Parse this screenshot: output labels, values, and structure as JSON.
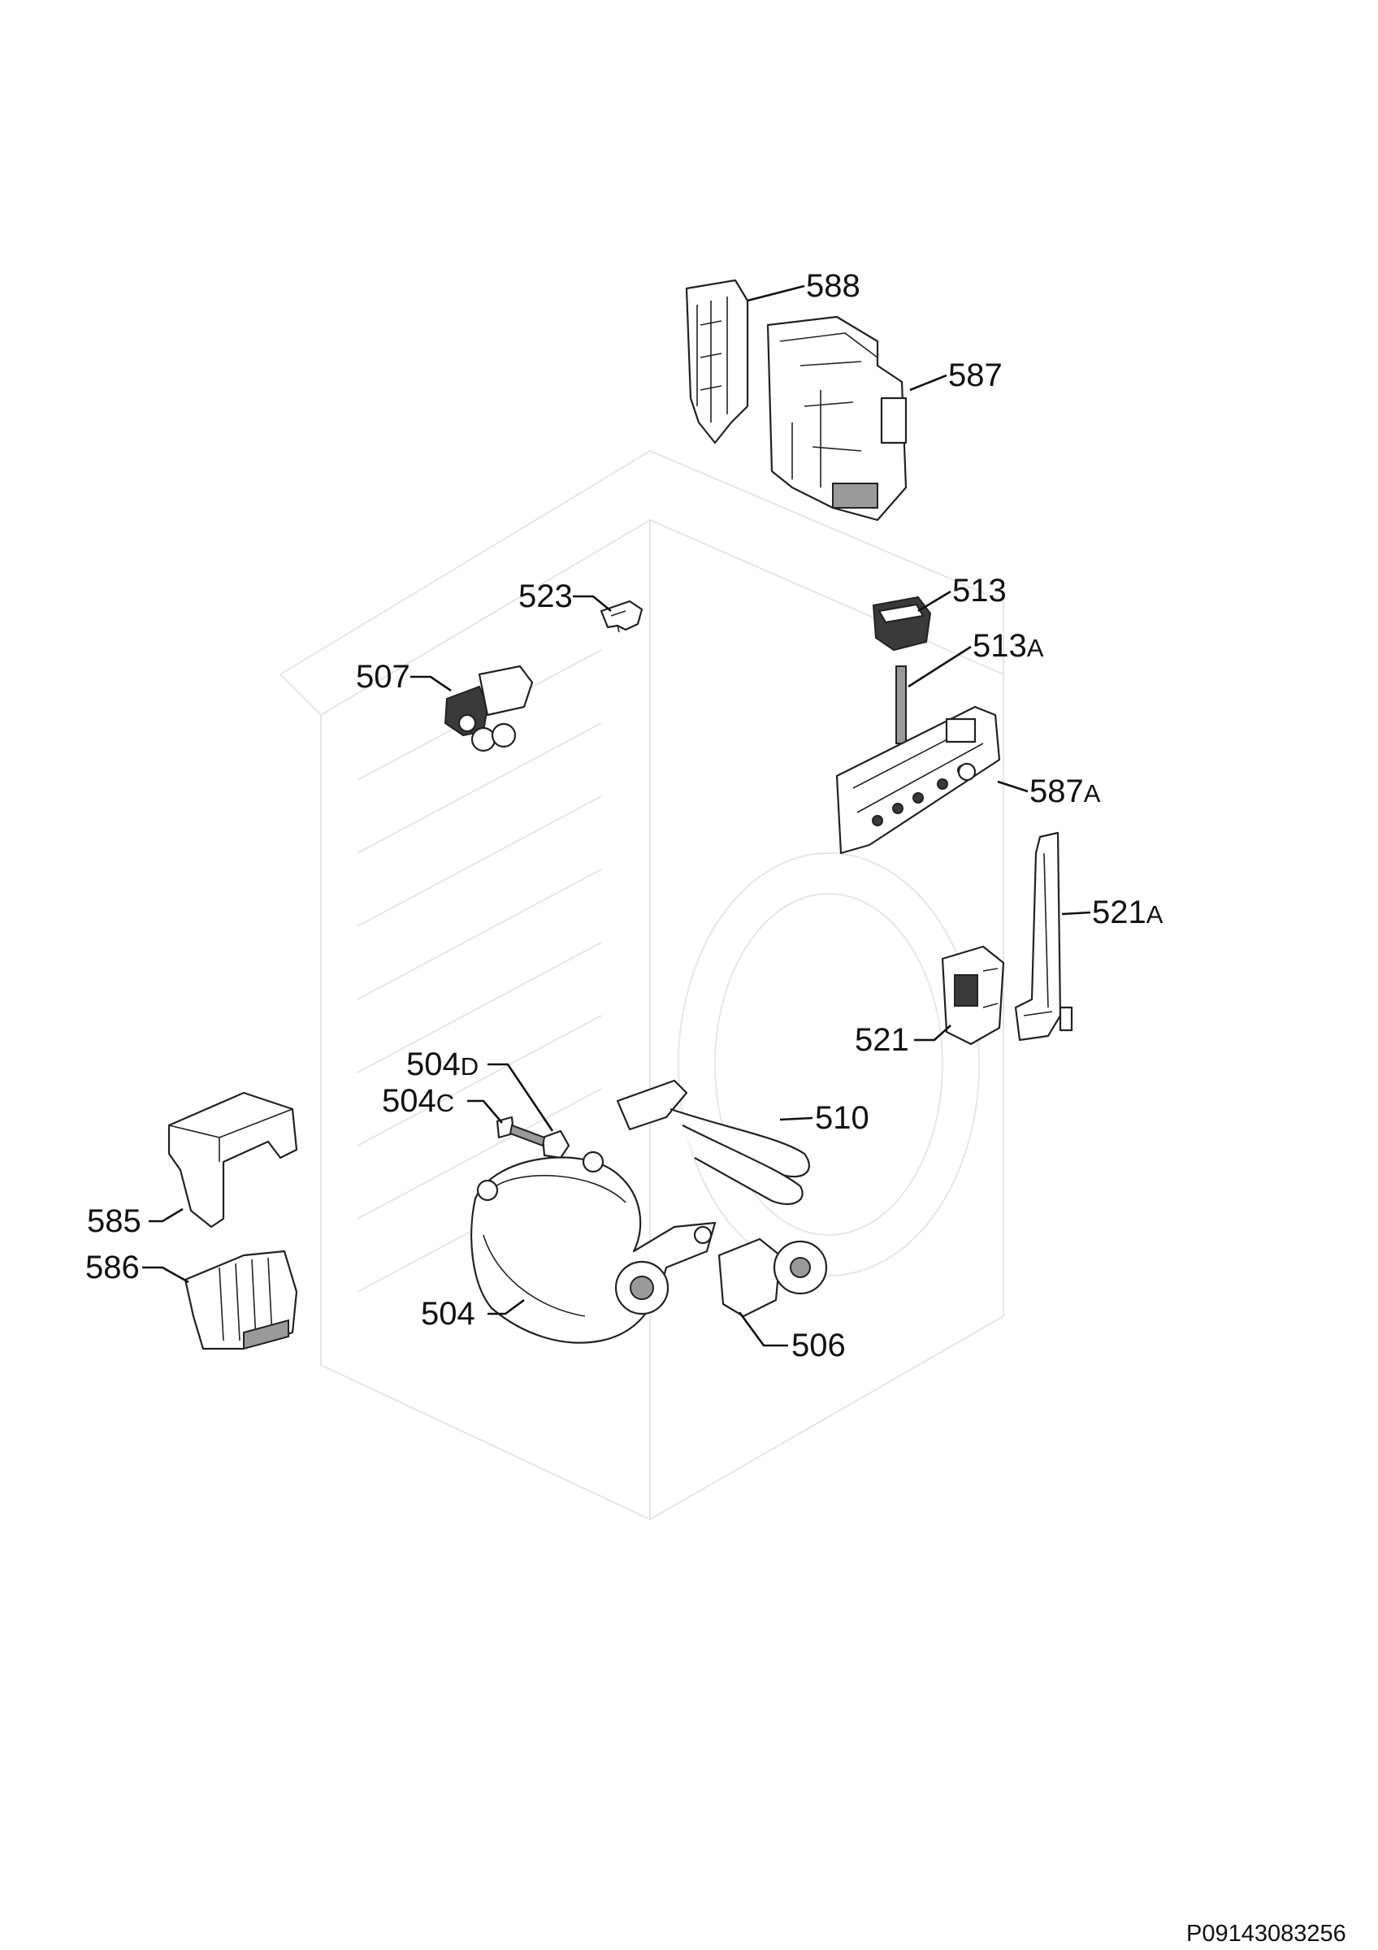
{
  "parts": [
    {
      "id": "588",
      "main": "588",
      "suffix": ""
    },
    {
      "id": "587",
      "main": "587",
      "suffix": ""
    },
    {
      "id": "523",
      "main": "523",
      "suffix": ""
    },
    {
      "id": "513",
      "main": "513",
      "suffix": ""
    },
    {
      "id": "513A",
      "main": "513",
      "suffix": "A"
    },
    {
      "id": "507",
      "main": "507",
      "suffix": ""
    },
    {
      "id": "587A",
      "main": "587",
      "suffix": "A"
    },
    {
      "id": "521A",
      "main": "521",
      "suffix": "A"
    },
    {
      "id": "521",
      "main": "521",
      "suffix": ""
    },
    {
      "id": "504D",
      "main": "504",
      "suffix": "D"
    },
    {
      "id": "504C",
      "main": "504",
      "suffix": "C"
    },
    {
      "id": "510",
      "main": "510",
      "suffix": ""
    },
    {
      "id": "585",
      "main": "585",
      "suffix": ""
    },
    {
      "id": "586",
      "main": "586",
      "suffix": ""
    },
    {
      "id": "504",
      "main": "504",
      "suffix": ""
    },
    {
      "id": "506",
      "main": "506",
      "suffix": ""
    }
  ],
  "reference_number": "P09143083256"
}
